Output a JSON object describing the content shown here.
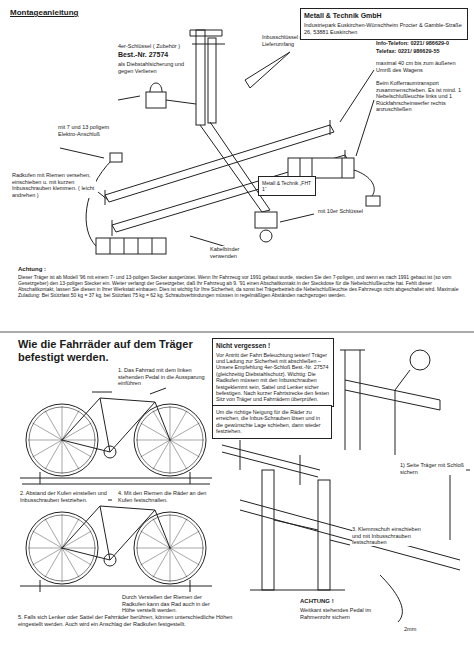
{
  "diagram": {
    "title": "Montageanleitung",
    "nodes": [
      {
        "text": [
          "Metall & Technik GmbH",
          "Industriepark Euskirchen-Wünschheim Procter & Gamble-Straße 26, 53881 Euskirchen"
        ]
      },
      {
        "text": [
          "Metall & Technik „FHT 1“"
        ]
      },
      {
        "text": [
          "Nicht vergessen !",
          "Vor Antritt der Fahrt Beleuchtung testen! Träger und Ladung zur Sicherheit mit abschließen – Unsere Empfehlung 4er-Schloß Best.-Nr. 27574 (gleichzeitig Diebstahlschutz). Wichtig: Die Radkufen müssen mit den Inbusschrauben festgeklemmt sein, Sattel und Lenker sicher befestigen. Nach kurzer Fahrtstrecke den festen Sitz von Träger und Fahrrädern überprüfen."
        ]
      },
      {
        "text": [
          "Um die richtige Neigung für die Räder zu erreichen, die Inbus-Schrauben lösen und in die gewünschte Lage schieben, dann wieder festziehen."
        ]
      }
    ],
    "labels": [
      "4er-Schlüssel ( Zubehör )",
      "Best.-Nr. 27574",
      "als Diebstahlsicherung und gegen Verlieren",
      "Inbusschlüssel gehört zum Lieferumfang",
      "mit 7 und 13 poligem Elektro-Anschluß",
      "maximal 40 cm bis zum äußeren Umriß des Wagens",
      "Beim Kofferraumtransport zusammenschieben. Es ist mind. 1 Nebelschlußleuchte links und 1 Rückfahrscheinwerfer rechts anzuschließen",
      "Radkufen mit Riemen versehen, einschieben u. mit kurzen Inbusschrauben klemmen. ( leicht andrehen )",
      "mit 10er Schlüssel",
      "Kabelbinder verwenden",
      "Info-Telefon: 0221/ 986629-0",
      "Telefax: 0221/ 986629-55",
      "Achtung :",
      "Dieser Träger ist ab Modell '96 mit einem 7- und 13-poligen Stecker ausgerüstet. Wenn Ihr Fahrzeug vor 1991 gebaut wurde, stecken Sie den 7-poligen, und wenn es nach 1991 gebaut ist (so vom Gesetzgeber) den 13-poligen Stecker ein. Weiter verlangt der Gesetzgeber, daß Ihr Fahrzeug ab 9. '91 einen Abschaltkontakt in der Steckdose für die Nebelschlußleuchte hat. Fehlt dieser Abschaltkontakt, lassen Sie diesen in Ihrer Werkstatt einbauen. Dies ist wichtig für Ihre Sicherheit, da sonst bei Trägerbetrieb die Nebelschlußleuchte des Fahrzeugs nicht abgeschaltet wird. Maximale Zuladung: Bei Stützlast 50 kg = 37 kg, bei Stützlast 75 kg = 62 kg. Schraubverbindungen müssen in regelmäßigen Abständen nachgezogen werden.",
      "Wie die Fahrräder auf dem Träger befestigt werden.",
      "1. Das Fahrrad mit dem linken stehenden Pedal in die Aussparung einführen",
      "2. Abstand der Kufen einstellen und Inbusschrauben festziehen.",
      "4. Mit den Riemen die Räder an den Kufen festschnallen.",
      "Durch Verstellen der Riemen der Radkufen kann das Rad auch in der Höhe verstellt werden.",
      "5. Falls sich Lenker oder Sattel der Fahrräder berühren, können unterschiedliche Höhen eingestellt werden. Auch wird ein Anschlag der Radkufen festgestellt.",
      "3. Klemmschuh einschieben und mit Inbusschrauben festschrauben",
      "1) Seite Träger mit Schloß sichern",
      "ACHTUNG !",
      "Weitkant stehendes Pedal im Rahmenrohr sichern",
      "2mm"
    ]
  }
}
